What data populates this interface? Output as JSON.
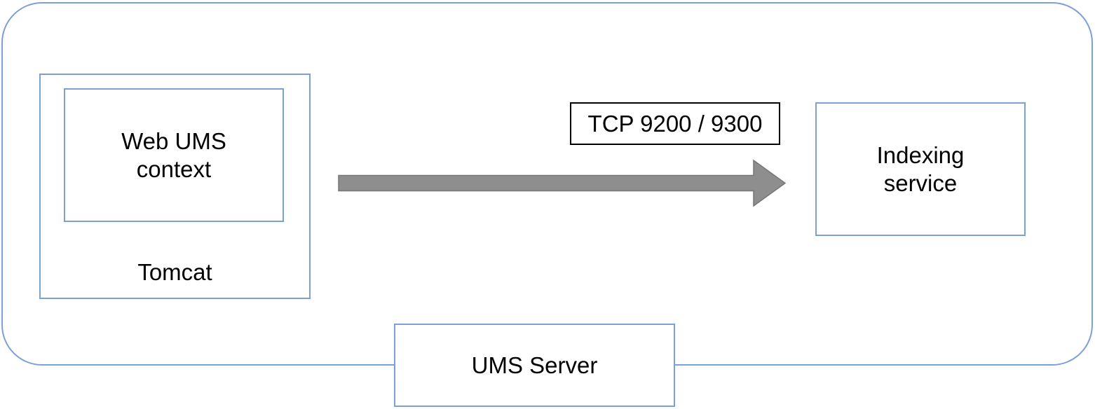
{
  "diagram": {
    "nodes": {
      "tomcat": {
        "label": "Tomcat"
      },
      "web_ums": {
        "line1": "Web UMS",
        "line2": "context"
      },
      "indexing": {
        "line1": "Indexing",
        "line2": "service"
      },
      "ums_server": {
        "label": "UMS Server"
      }
    },
    "connection": {
      "label": "TCP 9200 / 9300",
      "from": "Web UMS context",
      "to": "Indexing service",
      "direction": "left-to-right"
    },
    "colors": {
      "node_border": "#7d9fd8",
      "connection_label_border": "#000000",
      "arrow_fill": "#8e8e8e",
      "arrow_stroke": "#767676",
      "text": "#000000",
      "background": "#ffffff"
    }
  }
}
